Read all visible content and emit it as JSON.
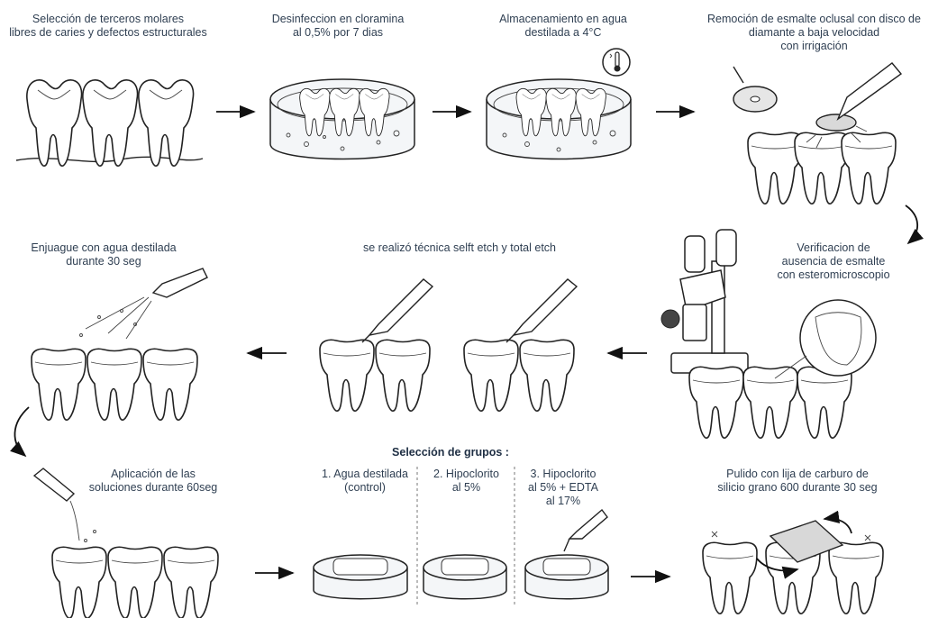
{
  "steps": {
    "s1": "Selección de terceros molares\nlibres de caries y defectos estructurales",
    "s2": "Desinfeccion en cloramina\nal 0,5% por 7 dias",
    "s3": "Almacenamiento en agua\ndestilada a 4°C",
    "s4": "Remoción de esmalte oclusal con disco de\ndiamante a baja velocidad\ncon irrigación",
    "s5": "Verificacion de\nausencia de esmalte\ncon esteromicroscopio",
    "s6": "se realizó técnica selft etch y total etch",
    "s7": "Enjuague con agua destilada\ndurante 30 seg",
    "s8": "Aplicación de las\nsoluciones durante 60seg",
    "s9_title": "Selección de grupos :",
    "g1": "1. Agua destilada\n(control)",
    "g2": "2. Hipoclorito\nal 5%",
    "g3": "3. Hipoclorito\nal 5% + EDTA\nal 17%",
    "s10": "Pulido con lija de carburo de\nsilicio grano 600 durante 30 seg"
  },
  "icons": [
    "molar-teeth-icon",
    "petri-dish-icon",
    "thermometer-icon",
    "diamond-disc-icon",
    "stereomicroscope-icon",
    "syringe-icon",
    "sandpaper-icon",
    "flow-arrow-icon"
  ]
}
